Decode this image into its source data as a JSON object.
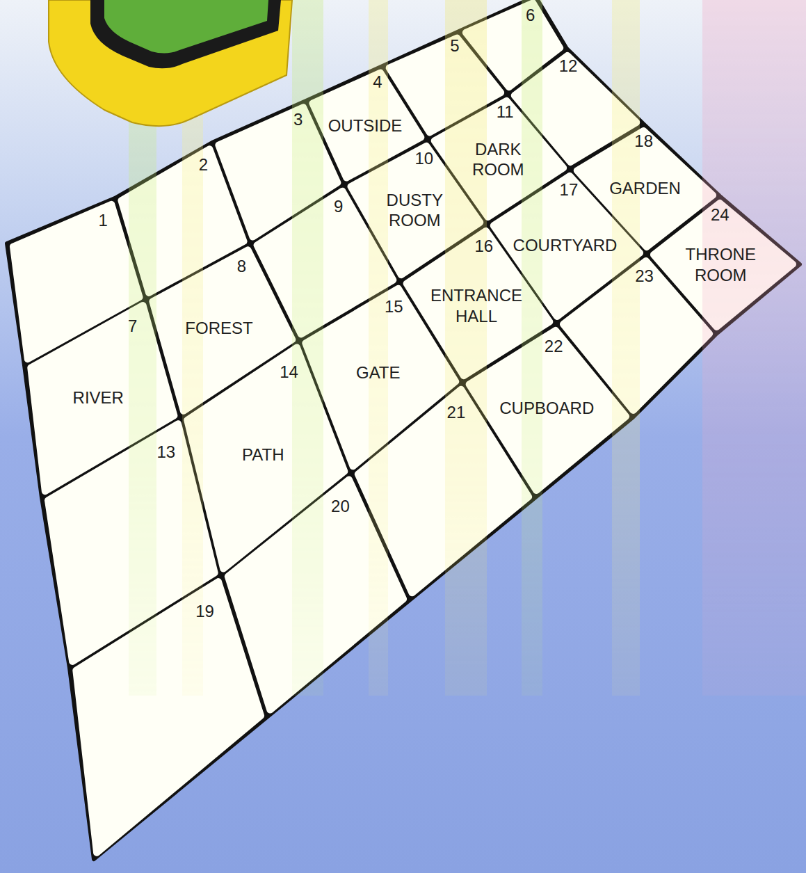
{
  "diagram": {
    "nodes": [
      {
        "text": [
          "1"
        ]
      },
      {
        "text": [
          "2"
        ]
      },
      {
        "text": [
          "3"
        ]
      },
      {
        "text": [
          "4",
          "OUTSIDE"
        ]
      },
      {
        "text": [
          "5"
        ]
      },
      {
        "text": [
          "6"
        ]
      },
      {
        "text": [
          "7",
          "RIVER"
        ]
      },
      {
        "text": [
          "8",
          "FOREST"
        ]
      },
      {
        "text": [
          "9"
        ]
      },
      {
        "text": [
          "10",
          "DUSTY ROOM"
        ]
      },
      {
        "text": [
          "11",
          "DARK ROOM"
        ]
      },
      {
        "text": [
          "12"
        ]
      },
      {
        "text": [
          "13"
        ]
      },
      {
        "text": [
          "14",
          "PATH"
        ]
      },
      {
        "text": [
          "15",
          "GATE"
        ]
      },
      {
        "text": [
          "16",
          "ENTRANCE HALL"
        ]
      },
      {
        "text": [
          "17",
          "COURTYARD"
        ]
      },
      {
        "text": [
          "18",
          "GARDEN"
        ]
      },
      {
        "text": [
          "19"
        ]
      },
      {
        "text": [
          "20"
        ]
      },
      {
        "text": [
          "21"
        ]
      },
      {
        "text": [
          "22",
          "CUPBOARD"
        ]
      },
      {
        "text": [
          "23"
        ]
      },
      {
        "text": [
          "24",
          "THRONE ROOM"
        ]
      }
    ]
  }
}
